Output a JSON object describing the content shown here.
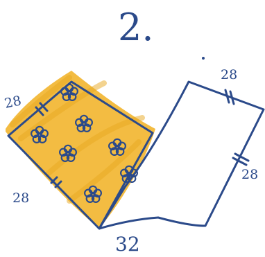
{
  "problem_number": "2.",
  "left_shape": {
    "top_left_side_label": "28",
    "bottom_left_side_label": "28",
    "fill_color": "#f2b632",
    "pattern": "flower-icon"
  },
  "right_shape": {
    "top_side_label": "28",
    "right_side_label": "28"
  },
  "bottom_label": "32",
  "colors": {
    "ink": "#2b4a8a",
    "fill": "#f2b632"
  }
}
